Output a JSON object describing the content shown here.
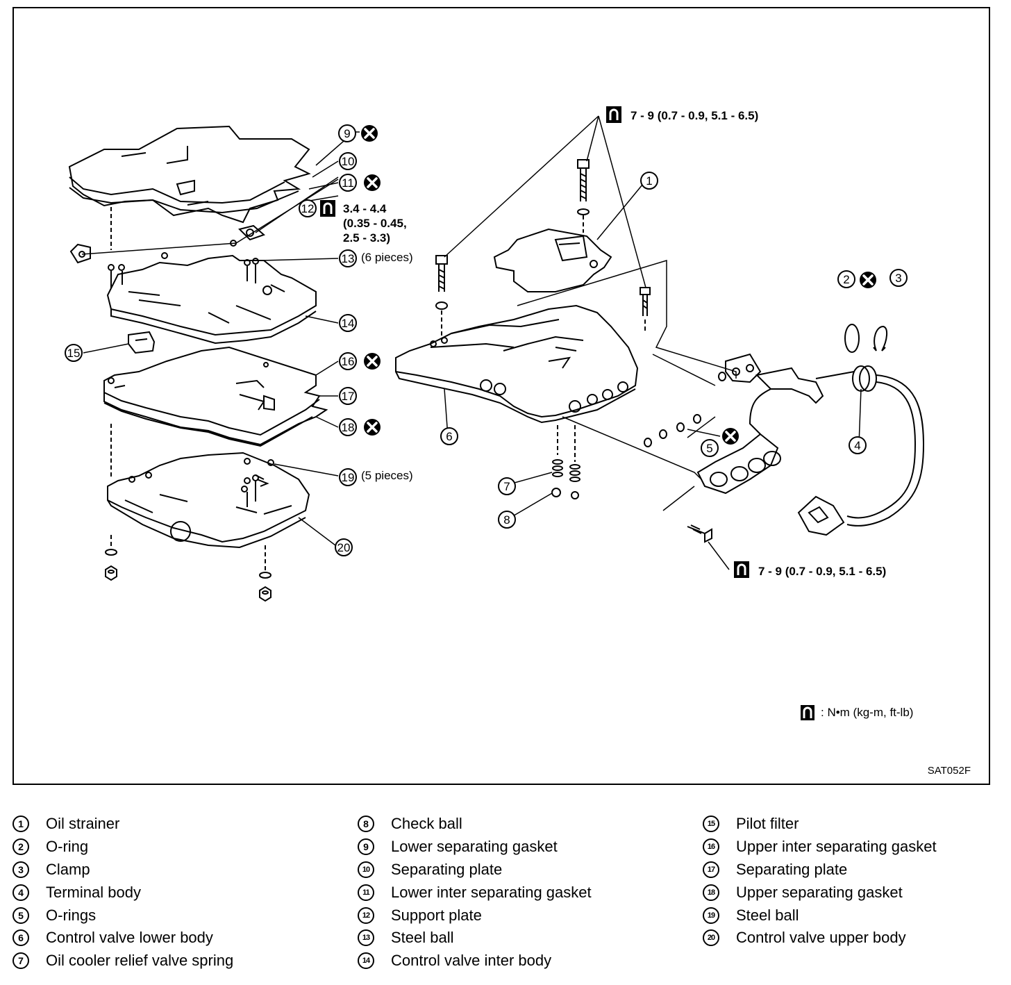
{
  "figure": {
    "code": "SAT052F",
    "unit_note": ": N•m (kg-m, ft-lb)"
  },
  "callouts": {
    "c1": "1",
    "c2": "2",
    "c3": "3",
    "c4": "4",
    "c5": "5",
    "c6": "6",
    "c7": "7",
    "c8": "8",
    "c9": "9",
    "c10": "10",
    "c11": "11",
    "c12": "12",
    "c13": "13",
    "c14": "14",
    "c15": "15",
    "c16": "16",
    "c17": "17",
    "c18": "18",
    "c19": "19",
    "c20": "20"
  },
  "annotations": {
    "torque_top": "7 - 9 (0.7 - 0.9, 5.1 - 6.5)",
    "torque_bottom": "7 - 9 (0.7 - 0.9, 5.1 - 6.5)",
    "torque_support_line1": "3.4 - 4.4",
    "torque_support_line2": "(0.35 - 0.45,",
    "torque_support_line3": "2.5 - 3.3)",
    "pieces_13": "(6 pieces)",
    "pieces_19": "(5 pieces)"
  },
  "legend": [
    {
      "num": "1",
      "label": "Oil strainer"
    },
    {
      "num": "2",
      "label": "O-ring"
    },
    {
      "num": "3",
      "label": "Clamp"
    },
    {
      "num": "4",
      "label": "Terminal body"
    },
    {
      "num": "5",
      "label": "O-rings"
    },
    {
      "num": "6",
      "label": "Control valve lower body"
    },
    {
      "num": "7",
      "label": "Oil cooler relief valve spring"
    },
    {
      "num": "8",
      "label": "Check ball"
    },
    {
      "num": "9",
      "label": "Lower separating gasket"
    },
    {
      "num": "10",
      "label": "Separating plate"
    },
    {
      "num": "11",
      "label": "Lower inter separating gasket"
    },
    {
      "num": "12",
      "label": "Support plate"
    },
    {
      "num": "13",
      "label": "Steel ball"
    },
    {
      "num": "14",
      "label": "Control valve inter body"
    },
    {
      "num": "15",
      "label": "Pilot filter"
    },
    {
      "num": "16",
      "label": "Upper inter separating gasket"
    },
    {
      "num": "17",
      "label": "Separating plate"
    },
    {
      "num": "18",
      "label": "Upper separating gasket"
    },
    {
      "num": "19",
      "label": "Steel ball"
    },
    {
      "num": "20",
      "label": "Control valve upper body"
    }
  ],
  "icons": {
    "torque": "torque-wrench-icon",
    "replace": "do-not-reuse-icon"
  }
}
